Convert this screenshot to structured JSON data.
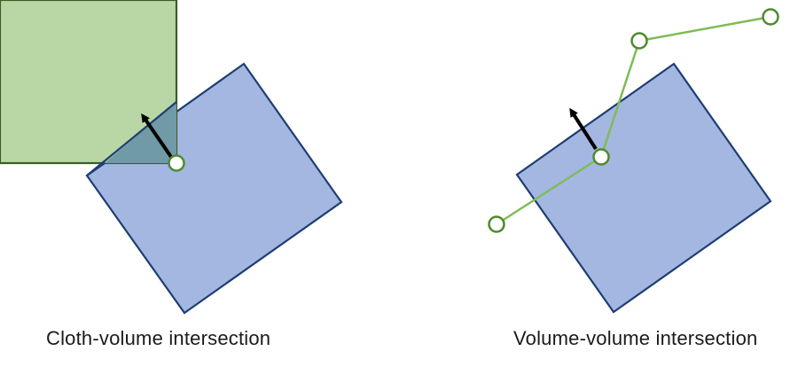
{
  "panels": [
    {
      "caption": "Cloth-volume intersection"
    },
    {
      "caption": "Volume-volume intersection"
    }
  ],
  "colors": {
    "volume_fill": "#a3b7e0",
    "volume_stroke": "#1f3d73",
    "cloth_fill": "#b9d7a5",
    "cloth_stroke": "#3a5e24",
    "overlap_fill": "#6f9aa6",
    "particle_stroke": "#4f8a2e",
    "chain_line": "#80bb58",
    "arrow": "#000000"
  },
  "icons": {
    "particle": "hollow-circle",
    "normal": "arrow-up-left"
  }
}
